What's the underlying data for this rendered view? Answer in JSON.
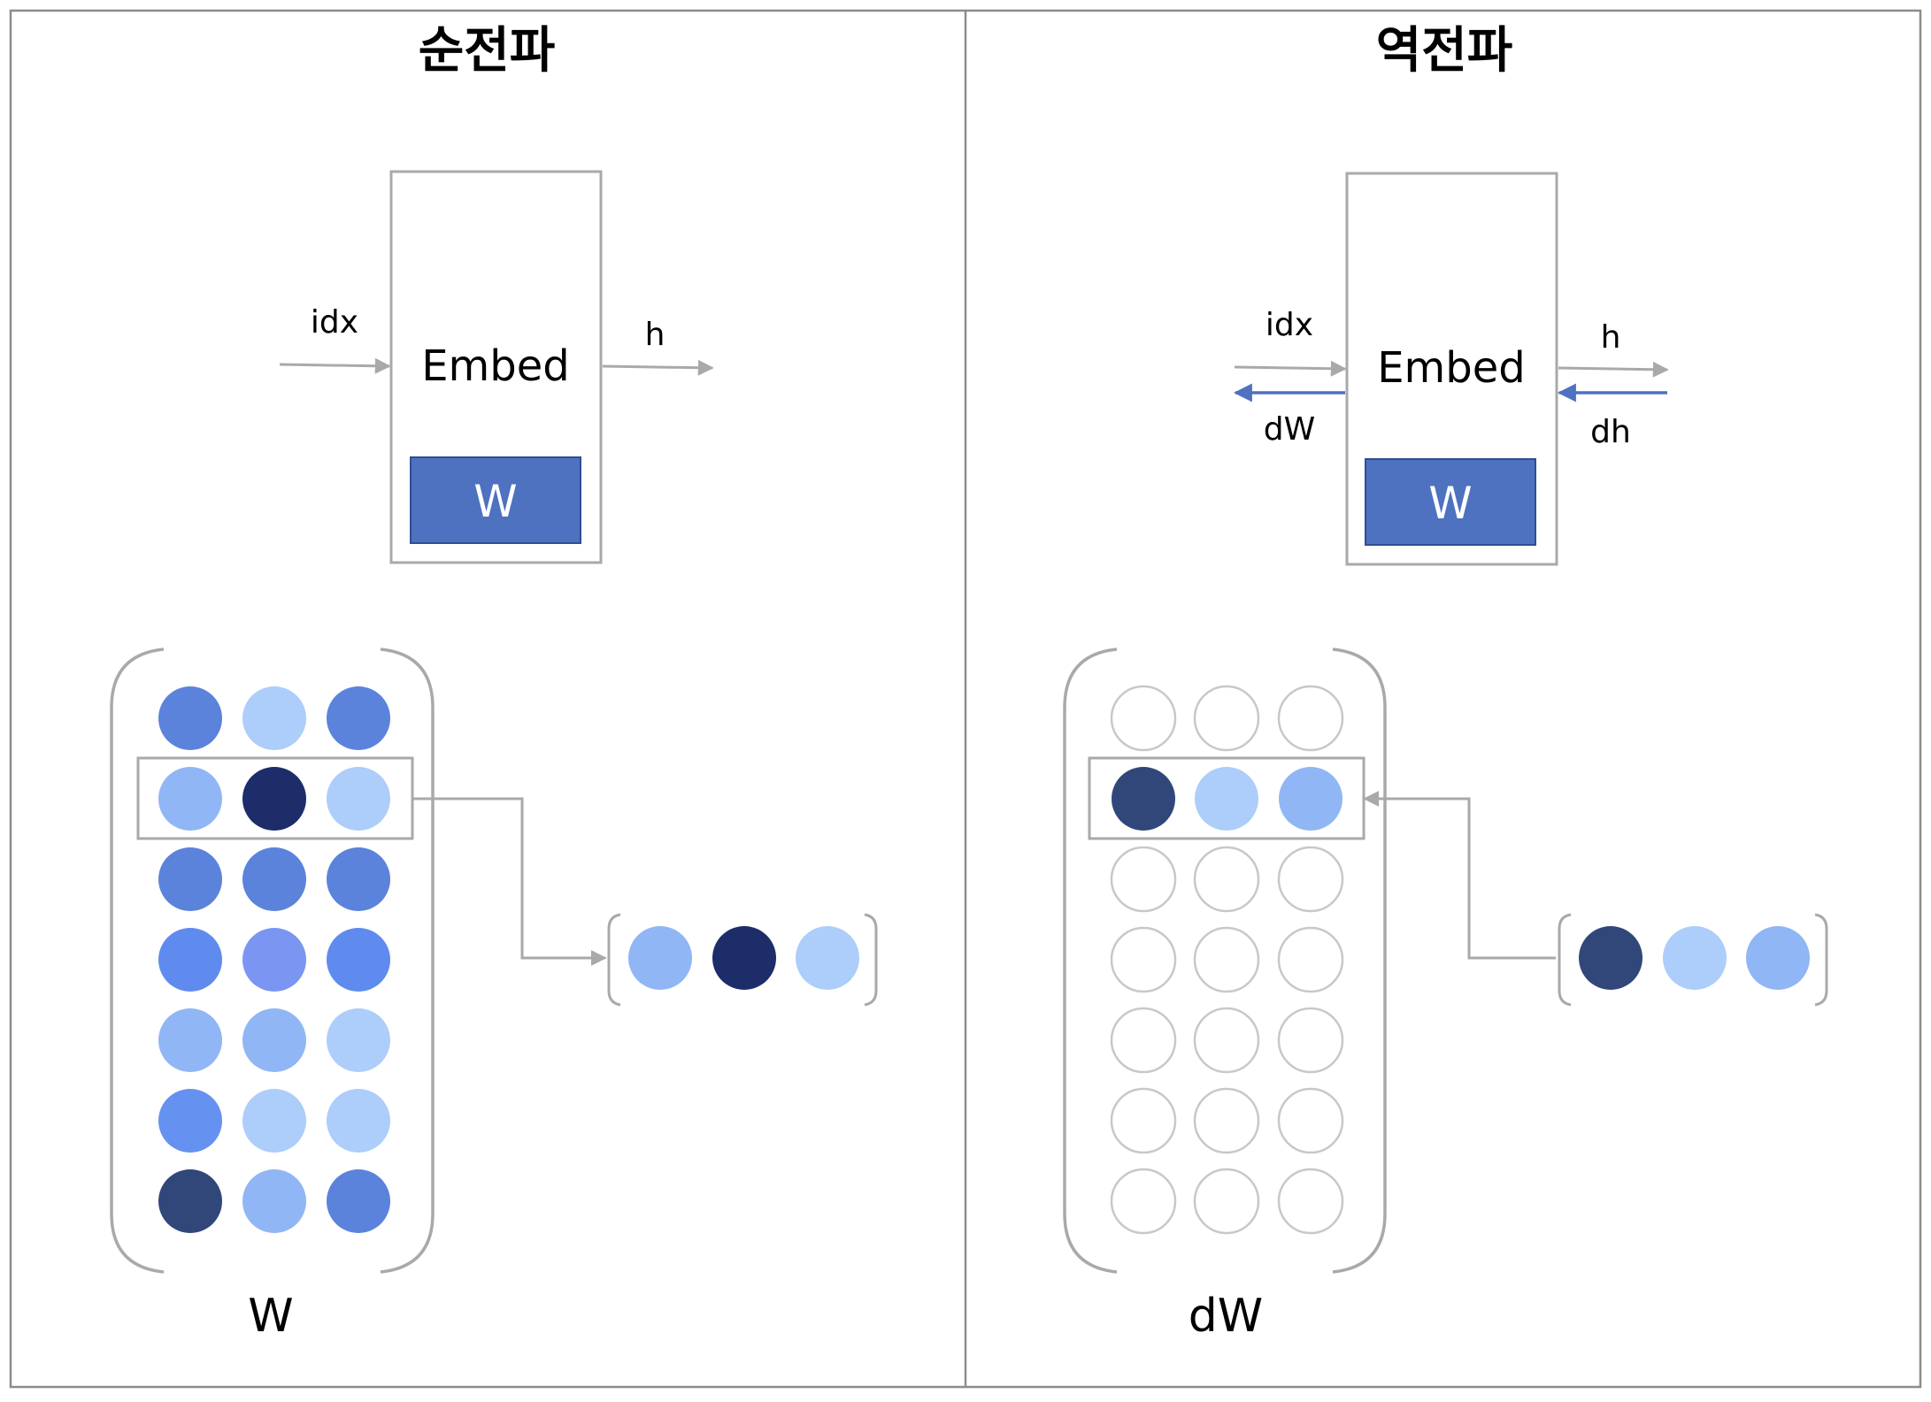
{
  "panels": {
    "forward": {
      "title": "순전파",
      "input_label": "idx",
      "output_label": "h",
      "layer_name": "Embed",
      "param_label": "W",
      "matrix_label": "W"
    },
    "backward": {
      "title": "역전파",
      "input_label": "idx",
      "output_label": "h",
      "grad_in_label": "dW",
      "grad_out_label": "dh",
      "layer_name": "Embed",
      "param_label": "W",
      "matrix_label": "dW"
    }
  },
  "colors": {
    "param_box": "#4e71c0",
    "grad_arrow": "#4e71c0",
    "arrow": "#a9a9a9",
    "frame": "#a9a9a9",
    "empty_circle": "#c8c8c8"
  },
  "forward_matrix": {
    "rows": [
      [
        "#5b83dc",
        "#adcdfa",
        "#5b83dc"
      ],
      [
        "#90b6f5",
        "#1c2d6a",
        "#adcdfa"
      ],
      [
        "#5b83dc",
        "#5b83dc",
        "#5b83dc"
      ],
      [
        "#5f8bee",
        "#7b96f2",
        "#5f8bee"
      ],
      [
        "#90b6f5",
        "#90b6f5",
        "#adcdfa"
      ],
      [
        "#6592f0",
        "#adcdfa",
        "#adcdfa"
      ],
      [
        "#31477a",
        "#90b6f5",
        "#5b83dc"
      ]
    ],
    "selected_row": 1
  },
  "forward_vector": [
    "#90b6f5",
    "#1c2d6a",
    "#adcdfa"
  ],
  "backward_matrix": {
    "selected_row": 1,
    "selected_values": [
      "#31477a",
      "#adcdfa",
      "#90b6f5"
    ],
    "row_count": 7
  },
  "backward_vector": [
    "#31477a",
    "#adcdfa",
    "#90b6f5"
  ]
}
